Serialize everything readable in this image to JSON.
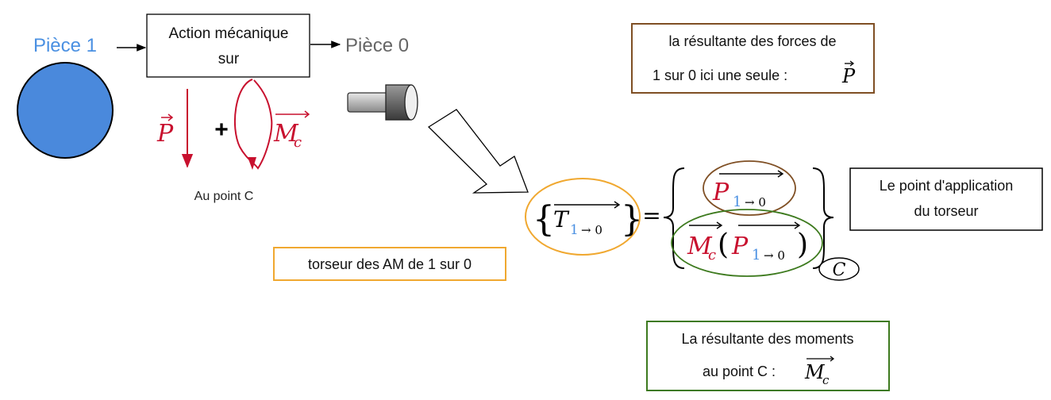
{
  "labels": {
    "piece1": "Pièce 1",
    "action_line1": "Action mécanique",
    "action_line2": "sur",
    "piece0": "Pièce 0",
    "plus": "+",
    "au_point_c": "Au point C",
    "torseur_label": "torseur des AM de 1 sur 0",
    "equals": "="
  },
  "symbols": {
    "P": "P",
    "M": "M",
    "c_sub": "c",
    "T": "T",
    "sub_1": "1",
    "sub_arrow": "→ 0",
    "C": "C"
  },
  "notes": {
    "forces_line1": "la résultante des forces de",
    "forces_line2": "1 sur 0 ici une seule : ",
    "moments_line1": "La résultante des moments",
    "moments_line2": "au point C : ",
    "application_line1": "Le point d'application",
    "application_line2": "du torseur"
  },
  "colors": {
    "piece1_blue": "#4a90e2",
    "circle_fill": "#4a89dc",
    "force_red": "#c8102e",
    "brown": "#7f4f24",
    "green": "#3d7a1e",
    "orange": "#f0a830",
    "grey_text": "#666666"
  }
}
